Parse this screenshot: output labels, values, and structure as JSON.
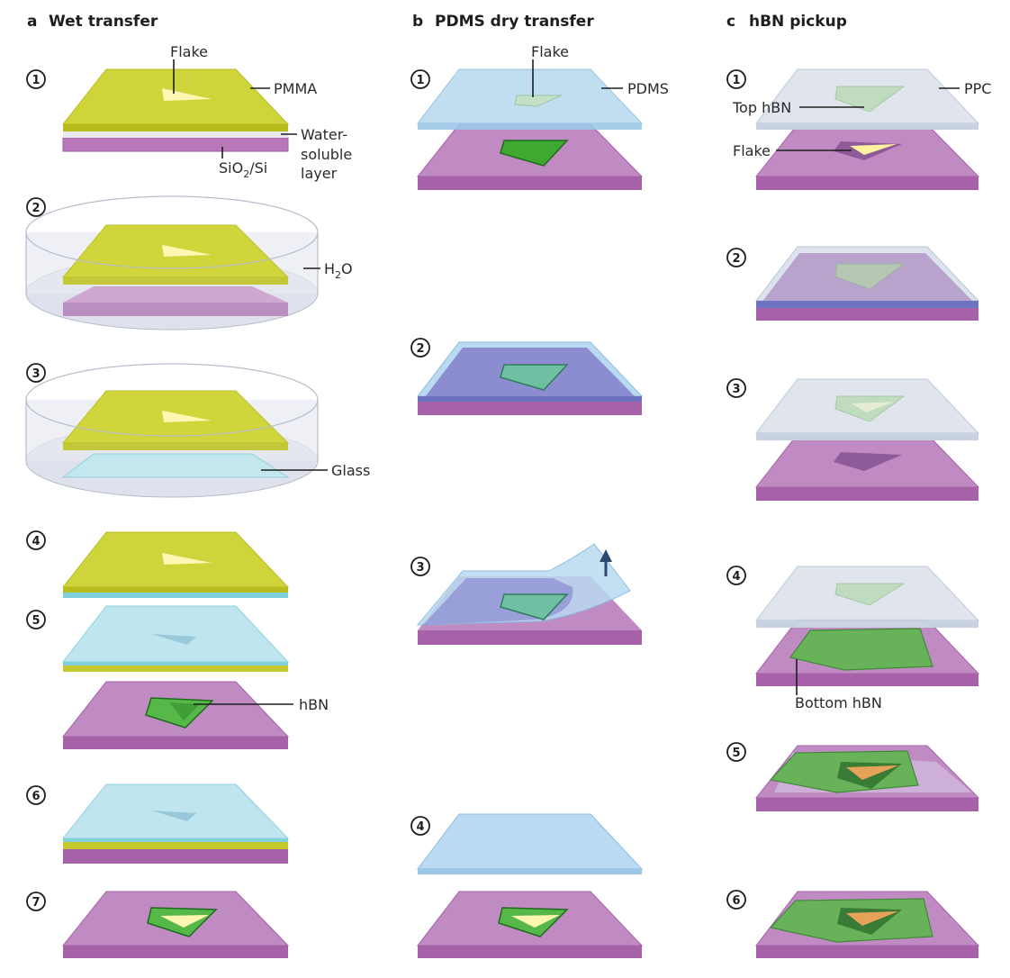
{
  "panels": {
    "a": {
      "letter": "a",
      "title": "Wet transfer"
    },
    "b": {
      "letter": "b",
      "title": "PDMS dry transfer"
    },
    "c": {
      "letter": "c",
      "title": "hBN pickup"
    }
  },
  "steps": {
    "a": [
      "1",
      "2",
      "3",
      "4",
      "5",
      "6",
      "7"
    ],
    "b": [
      "1",
      "2",
      "3",
      "4"
    ],
    "c": [
      "1",
      "2",
      "3",
      "4",
      "5",
      "6"
    ]
  },
  "labels": {
    "a_flake": "Flake",
    "a_pmma": "PMMA",
    "a_water1": "Water-",
    "a_water2": "soluble",
    "a_water3": "layer",
    "a_sio2": "SiO",
    "a_sio2_sub": "2",
    "a_si": "/Si",
    "a_h2o_h": "H",
    "a_h2o_sub": "2",
    "a_h2o_o": "O",
    "a_glass": "Glass",
    "a_hbn": "hBN",
    "b_flake": "Flake",
    "b_pdms": "PDMS",
    "c_ppc": "PPC",
    "c_top_hbn": "Top hBN",
    "c_flake": "Flake",
    "c_bottom_hbn": "Bottom hBN"
  },
  "colors": {
    "pmma": "#cfd43a",
    "pmma_front": "#b5b81e",
    "substrate": "#c08ac2",
    "substrate_front": "#a661a9",
    "pdms": "#b9daf0",
    "ppc": "#dde3ec",
    "glass": "#bde6ee",
    "hbn": "#55b848",
    "flake": "#fff6b4",
    "orange_flake": "#e7a25a"
  }
}
